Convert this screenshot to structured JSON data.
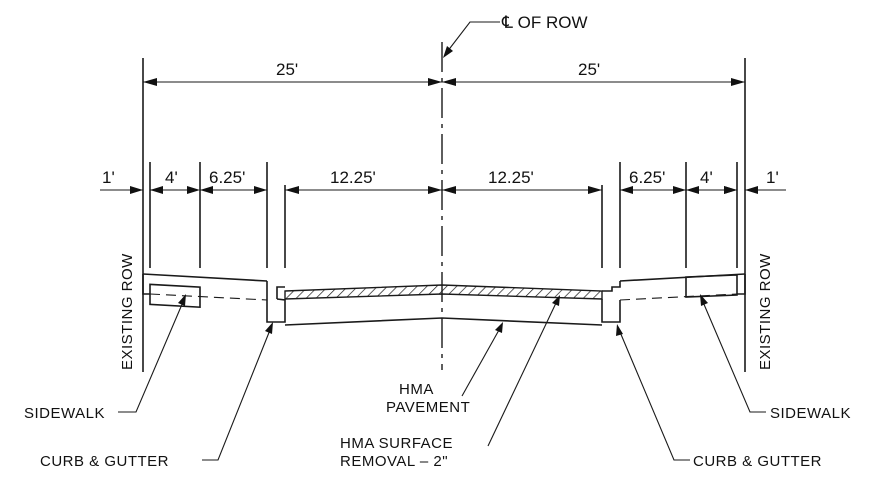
{
  "centerline_label": "℄ OF ROW",
  "overall_dims": [
    "25'",
    "25'"
  ],
  "segment_dims_left": [
    "1'",
    "4'",
    "6.25'",
    "12.25'"
  ],
  "segment_dims_right": [
    "12.25'",
    "6.25'",
    "4'",
    "1'"
  ],
  "row_label_left": "EXISTING ROW",
  "row_label_right": "EXISTING ROW",
  "callouts": {
    "sidewalk_left": "SIDEWALK",
    "curb_left": "CURB & GUTTER",
    "pavement_line1": "HMA",
    "pavement_line2": "PAVEMENT",
    "removal_line1": "HMA SURFACE",
    "removal_line2": "REMOVAL – 2\"",
    "curb_right": "CURB & GUTTER",
    "sidewalk_right": "SIDEWALK"
  },
  "colors": {
    "line": "#1a1a1a",
    "background": "#ffffff"
  }
}
